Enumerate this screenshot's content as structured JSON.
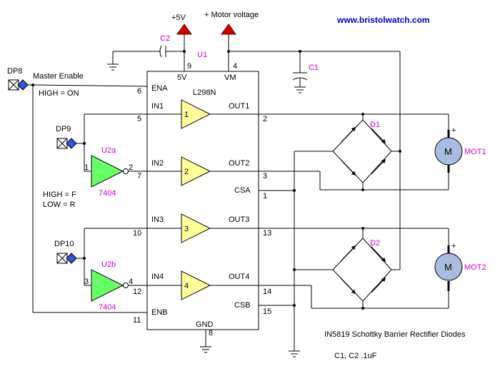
{
  "header": {
    "url": "www.bristolwatch.com"
  },
  "supplies": {
    "v5": "+5V",
    "vmotor": "+ Motor voltage"
  },
  "chip": {
    "ref": "U1",
    "part": "L298N",
    "pin_5v": "5V",
    "pin_vm": "VM",
    "pin_gnd": "GND",
    "pin_ena": "ENA",
    "pin_enb": "ENB",
    "in1": "IN1",
    "in2": "IN2",
    "in3": "IN3",
    "in4": "IN4",
    "out1": "OUT1",
    "out2": "OUT2",
    "out3": "OUT3",
    "out4": "OUT4",
    "csa": "CSA",
    "csb": "CSB",
    "buf1": "1",
    "buf2": "2",
    "buf3": "3",
    "buf4": "4",
    "pn_ena": "6",
    "pn_in1": "5",
    "pn_in2": "7",
    "pn_in3": "10",
    "pn_in4": "12",
    "pn_enb": "11",
    "pn_5v": "9",
    "pn_vm": "4",
    "pn_gnd": "8",
    "pn_out1": "2",
    "pn_out2": "3",
    "pn_csa": "1",
    "pn_out3": "13",
    "pn_out4": "14",
    "pn_csb": "15"
  },
  "caps": {
    "c1": "C1",
    "c2": "C2",
    "note": "C1, C2  .1uF"
  },
  "inputs": {
    "dp8": "DP8",
    "dp9": "DP9",
    "dp10": "DP10",
    "master_enable": "Master Enable",
    "high_on": "HIGH = ON",
    "high_f": "HIGH = F",
    "low_r": "LOW =  R"
  },
  "inverters": {
    "u2a": "U2a",
    "u2b": "U2b",
    "part_a": "7404",
    "part_b": "7404",
    "u2a_in": "1",
    "u2a_out": "2",
    "u2b_in": "3",
    "u2b_out": "4"
  },
  "bridges": {
    "d1": "D1",
    "d2": "D2",
    "note": "IN5819 Schottky Barrier Rectifier Diodes"
  },
  "motors": {
    "m1": "MOT1",
    "m2": "MOT2",
    "symbol1": "M",
    "symbol2": "M",
    "plus1": "+",
    "plus2": "+"
  },
  "colors": {
    "arrow_red": "#cc0000",
    "buffer_yellow": "#ffff99",
    "inverter_green": "#66ff66",
    "label_magenta": "#cc00cc",
    "url_blue": "#0000cc",
    "motor_blue": "#a8bce0"
  }
}
